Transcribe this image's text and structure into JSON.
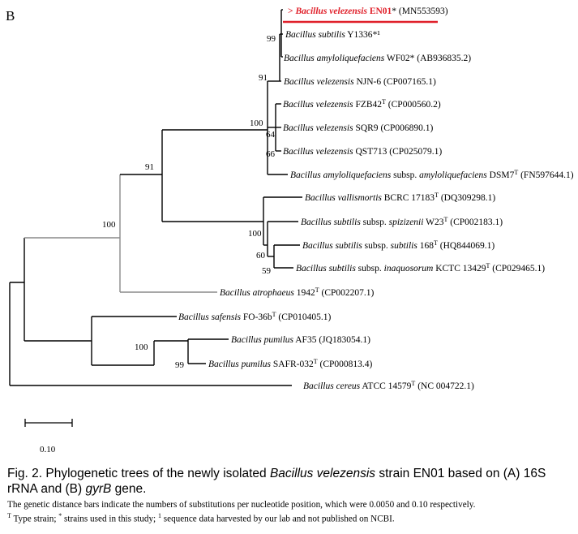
{
  "panel_label": "B",
  "tree": {
    "leaves": [
      {
        "genus": "Bacillus",
        "species": "velezensis",
        "subsp": "",
        "strain": "EN01",
        "sup": "",
        "star": "*",
        "accession": "(MN553593)",
        "prefix": ">",
        "highlight": true
      },
      {
        "genus": "Bacillus",
        "species": "subtilis",
        "subsp": "",
        "strain": "Y1336",
        "sup": "",
        "star": "*¹",
        "accession": "",
        "prefix": "",
        "highlight": false
      },
      {
        "genus": "Bacillus",
        "species": "amyloliquefaciens",
        "subsp": "",
        "strain": "WF02",
        "sup": "",
        "star": "*",
        "accession": "(AB936835.2)",
        "prefix": "",
        "highlight": false
      },
      {
        "genus": "Bacillus",
        "species": "velezensis",
        "subsp": "",
        "strain": "NJN-6",
        "sup": "",
        "star": "",
        "accession": "(CP007165.1)",
        "prefix": "",
        "highlight": false
      },
      {
        "genus": "Bacillus",
        "species": "velezensis",
        "subsp": "",
        "strain": "FZB42",
        "sup": "T",
        "star": "",
        "accession": "(CP000560.2)",
        "prefix": "",
        "highlight": false
      },
      {
        "genus": "Bacillus",
        "species": "velezensis",
        "subsp": "",
        "strain": "SQR9",
        "sup": "",
        "star": "",
        "accession": "(CP006890.1)",
        "prefix": "",
        "highlight": false
      },
      {
        "genus": "Bacillus",
        "species": "velezensis",
        "subsp": "",
        "strain": "QST713",
        "sup": "",
        "star": "",
        "accession": "(CP025079.1)",
        "prefix": "",
        "highlight": false
      },
      {
        "genus": "Bacillus",
        "species": "amyloliquefaciens",
        "subsp": "amyloliquefaciens",
        "strain": "DSM7",
        "sup": "T",
        "star": "",
        "accession": "(FN597644.1)",
        "prefix": "",
        "highlight": false
      },
      {
        "genus": "Bacillus",
        "species": "vallismortis",
        "subsp": "",
        "strain": "BCRC 17183",
        "sup": "T",
        "star": "",
        "accession": "(DQ309298.1)",
        "prefix": "",
        "highlight": false
      },
      {
        "genus": "Bacillus",
        "species": "subtilis",
        "subsp": "spizizenii",
        "strain": "W23",
        "sup": "T",
        "star": "",
        "accession": "(CP002183.1)",
        "prefix": "",
        "highlight": false
      },
      {
        "genus": "Bacillus",
        "species": "subtilis",
        "subsp": "subtilis",
        "strain": "168",
        "sup": "T",
        "star": "",
        "accession": "(HQ844069.1)",
        "prefix": "",
        "highlight": false
      },
      {
        "genus": "Bacillus",
        "species": "subtilis",
        "subsp": "inaquosorum",
        "strain": "KCTC 13429",
        "sup": "T",
        "star": "",
        "accession": "(CP029465.1)",
        "prefix": "",
        "highlight": false
      },
      {
        "genus": "Bacillus",
        "species": "atrophaeus",
        "subsp": "",
        "strain": "1942",
        "sup": "T",
        "star": "",
        "accession": "(CP002207.1)",
        "prefix": "",
        "highlight": false
      },
      {
        "genus": "Bacillus",
        "species": "safensis",
        "subsp": "",
        "strain": "FO-36b",
        "sup": "T",
        "star": "",
        "accession": "(CP010405.1)",
        "prefix": "",
        "highlight": false
      },
      {
        "genus": "Bacillus",
        "species": "pumilus",
        "subsp": "",
        "strain": "AF35",
        "sup": "",
        "star": "",
        "accession": "(JQ183054.1)",
        "prefix": "",
        "highlight": false
      },
      {
        "genus": "Bacillus",
        "species": "pumilus",
        "subsp": "",
        "strain": "SAFR-032",
        "sup": "T",
        "star": "",
        "accession": "(CP000813.4)",
        "prefix": "",
        "highlight": false
      },
      {
        "genus": "Bacillus",
        "species": "cereus",
        "subsp": "",
        "strain": "ATCC 14579",
        "sup": "T",
        "star": "",
        "accession": "(NC 004722.1)",
        "prefix": "",
        "highlight": false
      }
    ],
    "bootstrap": [
      "99",
      "91",
      "100",
      "64",
      "66",
      "91",
      "100",
      "60",
      "59",
      "100",
      "100",
      "99"
    ],
    "scale_label": "0.10"
  },
  "caption": {
    "fig_label": "Fig. 2.",
    "text_1": " Phylogenetic trees of the newly isolated ",
    "italic_1": "Bacillus velezensis",
    "text_2": " strain EN01 based on (A) 16S rRNA and (B) ",
    "italic_2": "gyrB",
    "text_3": " gene.",
    "note_1": "The genetic distance bars indicate the numbers of substitutions per nucleotide position, which were 0.0050 and 0.10 respectively.",
    "sup_T": "T",
    "note_2": " Type strain; ",
    "sup_star": "*",
    "note_3": " strains used in this study; ",
    "sup_1": "1",
    "note_4": " sequence data harvested by our lab and not published on NCBI."
  },
  "colors": {
    "highlight": "#e0202a",
    "line": "#000000",
    "gray_branch": "#8a8a8a"
  }
}
